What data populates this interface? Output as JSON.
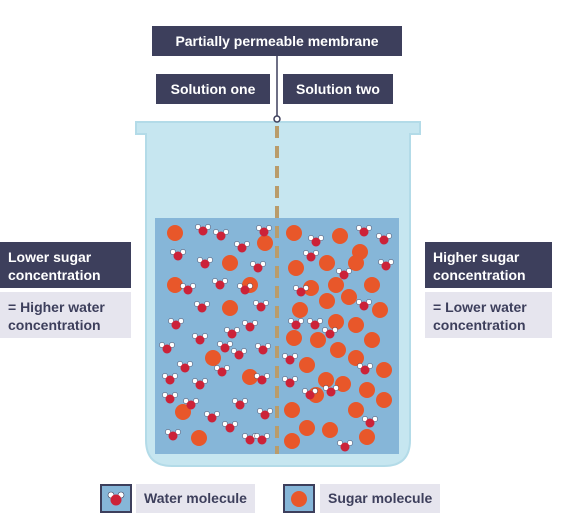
{
  "labels": {
    "membrane": "Partially permeable membrane",
    "solution_one": "Solution one",
    "solution_two": "Solution two"
  },
  "left_panel": {
    "heading": "Lower sugar concentration",
    "subheading": "= Higher water concentration"
  },
  "right_panel": {
    "heading": "Higher sugar concentration",
    "subheading": "= Lower water concentration"
  },
  "legend": {
    "water": "Water molecule",
    "sugar": "Sugar molecule"
  },
  "colors": {
    "label_dark": "#3d3f5c",
    "label_light": "#e6e5ee",
    "beaker_glass": "#c6e6f0",
    "solution": "#86b6d8",
    "sugar": "#e8572a",
    "water_oxygen": "#cc2238",
    "water_hydrogen": "#ffffff",
    "membrane": "#b99c6b"
  }
}
